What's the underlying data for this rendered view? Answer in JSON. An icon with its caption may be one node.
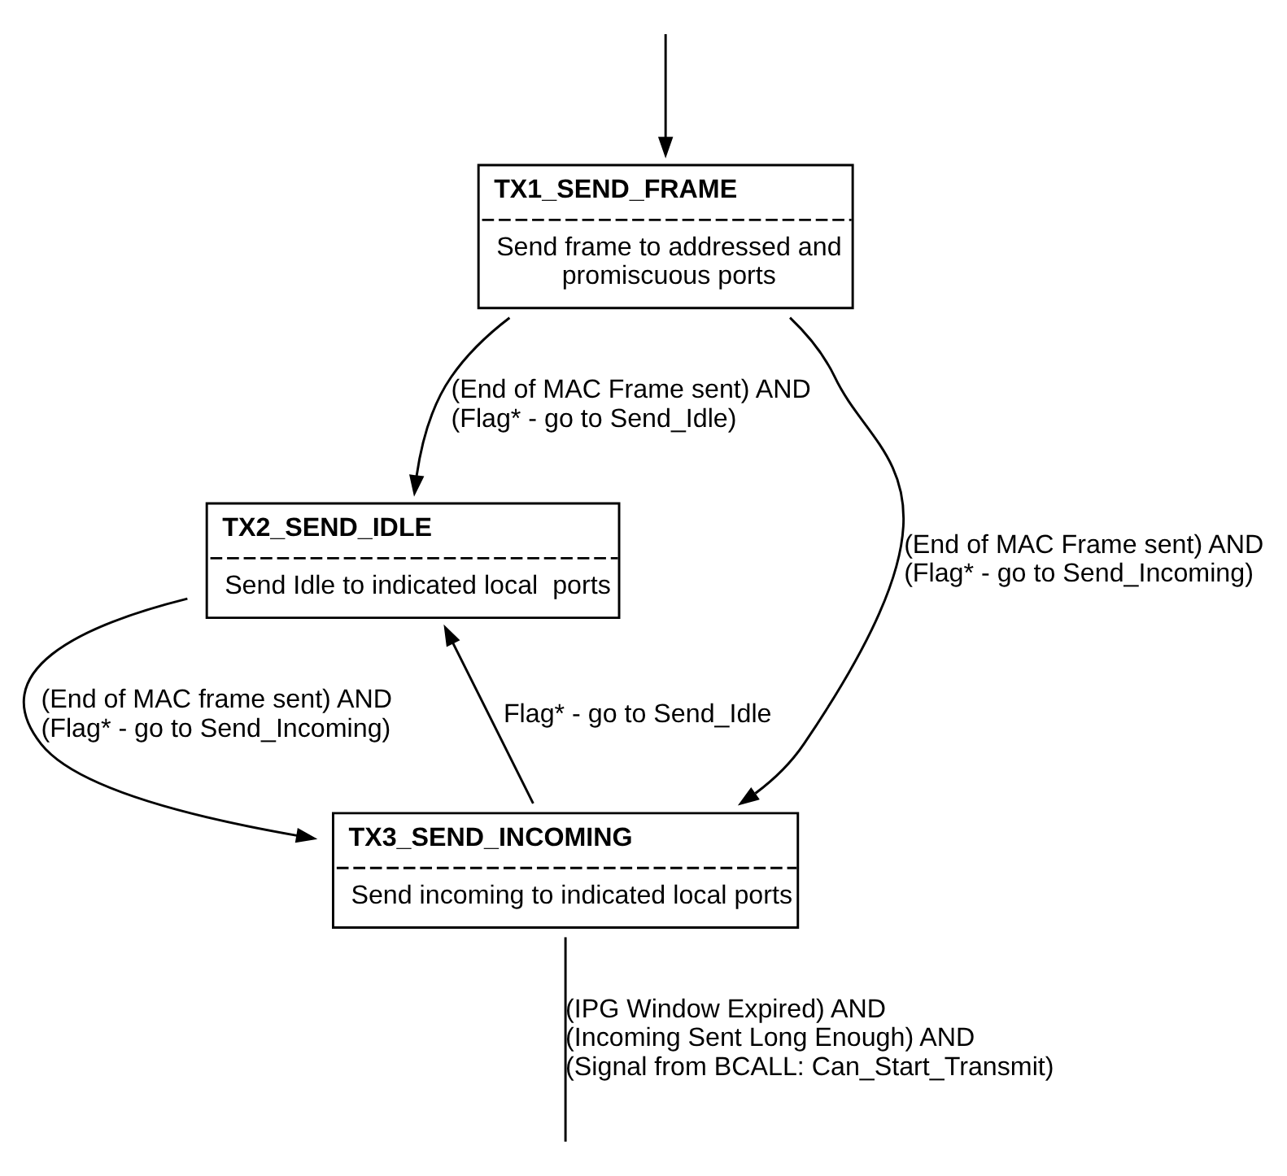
{
  "diagram": {
    "nodes": [
      {
        "text": [
          "TX1_SEND_FRAME",
          "Send frame to addressed and promiscuous ports"
        ]
      },
      {
        "text": [
          "TX2_SEND_IDLE",
          "Send Idle to indicated local  ports"
        ]
      },
      {
        "text": [
          "TX3_SEND_INCOMING",
          "Send incoming to indicated local ports"
        ]
      }
    ],
    "edges": [
      {
        "from": null,
        "to": 0,
        "arrow": "to"
      },
      {
        "from": 0,
        "to": 1,
        "arrow": "to",
        "label": "(End of MAC Frame sent) AND (Flag* - go to Send_Idle)"
      },
      {
        "from": 0,
        "to": 2,
        "arrow": "to",
        "label": "(End of MAC Frame sent) AND (Flag* - go to Send_Incoming)"
      },
      {
        "from": 1,
        "to": 2,
        "arrow": "to",
        "label": "(End of MAC frame sent) AND (Flag* - go to Send_Incoming)"
      },
      {
        "from": 2,
        "to": 1,
        "arrow": "to",
        "label": "Flag* - go to Send_Idle"
      },
      {
        "from": 2,
        "to": null,
        "arrow": "none",
        "label": "(IPG Window Expired) AND (Incoming Sent Long Enough) AND (Signal from BCALL: Can_Start_Transmit)"
      }
    ]
  }
}
